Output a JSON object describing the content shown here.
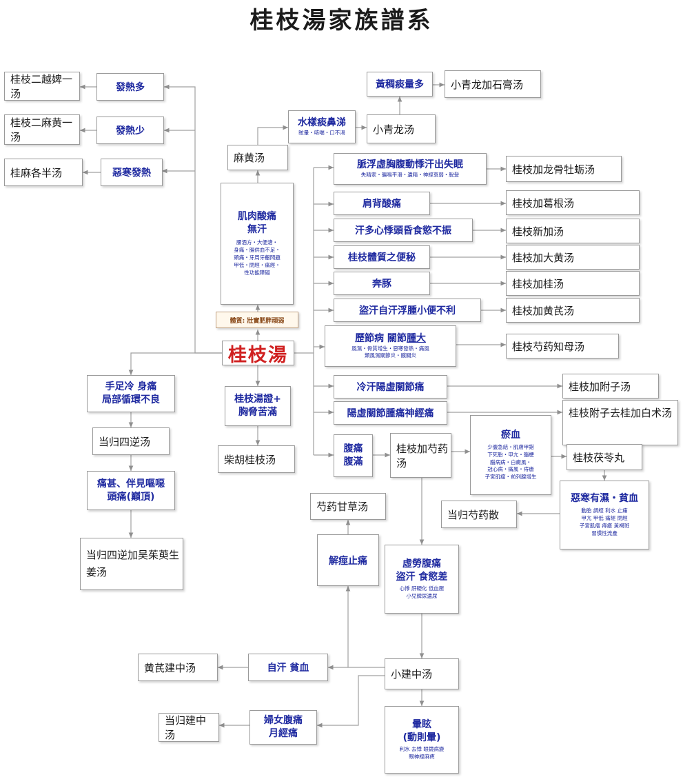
{
  "title": "桂枝湯家族譜系",
  "root": "桂枝湯",
  "left_branches": {
    "fa_re_duo": {
      "symptom": "發熱多",
      "formula": "桂枝二越婢一汤"
    },
    "fa_re_shao": {
      "symptom": "發熱少",
      "formula": "桂枝二麻黄一汤"
    },
    "wu_han_fa_re": {
      "symptom": "惡寒發熱",
      "formula": "桂麻各半汤"
    }
  },
  "mahuang_branch": {
    "muscle": {
      "lines": [
        "肌肉酸痛",
        "無汗"
      ],
      "small": [
        "腰酒方・大便溏・",
        "身痛・腸供血不足・",
        "頭痛・牙周牙齦問題",
        "甲低・閉經・痛經・",
        "性功能障礙"
      ]
    },
    "note": "體質: 壯實肥胖頑弱",
    "mahuang": "麻黄汤",
    "water": {
      "main": "水樣痰鼻涕",
      "small": "眩暈・咳喘・口不渴"
    },
    "xiaoqinglong": "小青龙汤",
    "yellow_phlegm": "黃稠痰量多",
    "xql_shigao": "小青龙加石膏汤"
  },
  "right_branches": {
    "longgu": {
      "main": "脈浮虛胸腹動悸汗出失眠",
      "small": "失精家・腸鳴平滑・遺精・神經衰弱・脫髮",
      "formula": "桂枝加龙骨牡蛎汤"
    },
    "gegen": {
      "symptom": "肩背酸痛",
      "formula": "桂枝加葛根汤"
    },
    "xinjia": {
      "symptom": "汗多心悸頭昏食慾不振",
      "formula": "桂枝新加汤"
    },
    "dahuang": {
      "symptom": "桂枝體質之便秘",
      "formula": "桂枝加大黄汤"
    },
    "jiagui": {
      "symptom": "奔豚",
      "formula": "桂枝加桂汤"
    },
    "huangqi": {
      "symptom": "盜汗自汗浮腫小便不利",
      "formula": "桂枝加黄芪汤"
    },
    "zhimu": {
      "main1": "歷節病 關節",
      "main2": "腫大",
      "small": [
        "風濕・骨質增生・惡寒發熱・痛風",
        "類風濕關節炎・髖關炎"
      ],
      "formula": "桂枝芍药知母汤"
    },
    "fuzi": {
      "symptom": "冷汗陽虛關節痛",
      "formula": "桂枝加附子汤"
    },
    "fuzi_baizhu": {
      "symptom": "陽虛關節腫痛神經痛",
      "formula": "桂枝附子去桂加白术汤"
    },
    "shaoyao": {
      "symptom": [
        "腹痛",
        "腹滿"
      ],
      "formula": "桂枝加芍药汤"
    }
  },
  "yuxue": {
    "title": "瘀血",
    "small": [
      "少腹急結・肌膚甲錯",
      "下死胎・甲亢・腦梗",
      "腦病病・白癜風・",
      "冠心病・痛風・痔瘡",
      "子宮肌瘤・前列腺增生"
    ],
    "formula": "桂枝茯苓丸"
  },
  "ehan": {
    "title": "惡寒有濕・貧血",
    "small": [
      "動胎 調經 利水 止痛",
      "甲亢 甲低 痛經 閉經",
      "子宮肌瘤 痔瘡 黃褐斑",
      "習慣性流產"
    ],
    "formula": "当归芍药散"
  },
  "lower_left": {
    "cold": {
      "lines": [
        "手足冷 身痛",
        "局部循環不良"
      ]
    },
    "danggui_sini": "当归四逆汤",
    "pain": {
      "lines": [
        "痛甚、伴見嘔噁",
        "頭痛(巔頂)"
      ]
    },
    "wuzhuyu": [
      "当归四逆加吴茱萸生",
      "姜汤"
    ]
  },
  "chaihu_branch": {
    "lines": [
      "桂枝湯證+",
      "胸脅苦滿"
    ],
    "formula": "柴胡桂枝汤"
  },
  "lower_center": {
    "jiejing": "解痙止痛",
    "shaoyao_gancao": "芍药甘草汤",
    "xulao": {
      "lines": [
        "虛勞腹痛",
        "盜汗 食慾差"
      ],
      "small": [
        "心悸 肝硬化 低血壓",
        "小兒脾尿遺尿"
      ]
    },
    "xiaojianzhong": "小建中汤",
    "zihan": "自汗 貧血",
    "huangqi_jianzhong": "黄芪建中汤",
    "funv": [
      "婦女腹痛",
      "月經痛"
    ],
    "danggui_jianzhong": "当归建中汤",
    "yunxuan": {
      "lines": [
        "暈眩",
        "(動則暈)"
      ],
      "small": [
        "利水 去悸 眼鏡病變",
        "眼神經麻痺"
      ]
    }
  }
}
